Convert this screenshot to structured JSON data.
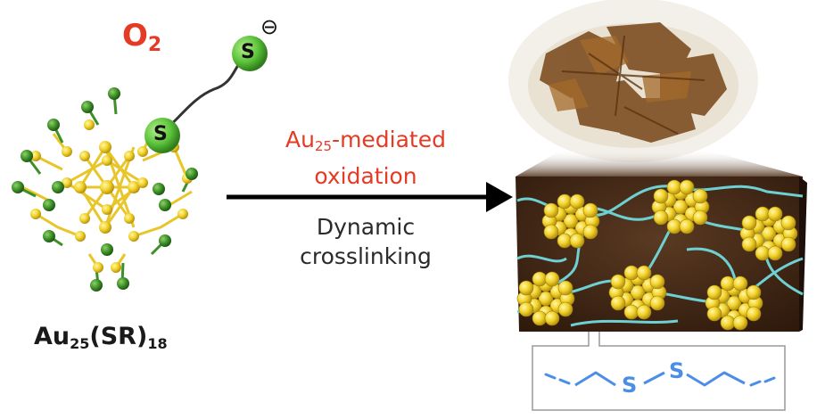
{
  "labels": {
    "oxygen": "O",
    "oxygen_sub": "2",
    "thiolate_charge": "⊖",
    "sulfur": "S",
    "cluster_formula_a": "Au",
    "cluster_formula_a_sub": "25",
    "cluster_formula_b": "(SR)",
    "cluster_formula_b_sub": "18",
    "arrow_top_a": "Au",
    "arrow_top_a_sub": "25",
    "arrow_top_b": "-mediated",
    "arrow_top_line2": "oxidation",
    "arrow_bottom_line1": "Dynamic",
    "arrow_bottom_line2": "crosslinking",
    "disulfide_s1": "S",
    "disulfide_s2": "S"
  },
  "colors": {
    "red_text": "#e53a24",
    "sulfur_green": "#5cc33a",
    "gold": "#f2d22a",
    "gel_brown": "#3e2414",
    "polymer_cyan": "#6fd0d2",
    "disulfide_blue": "#4a8ee8"
  }
}
